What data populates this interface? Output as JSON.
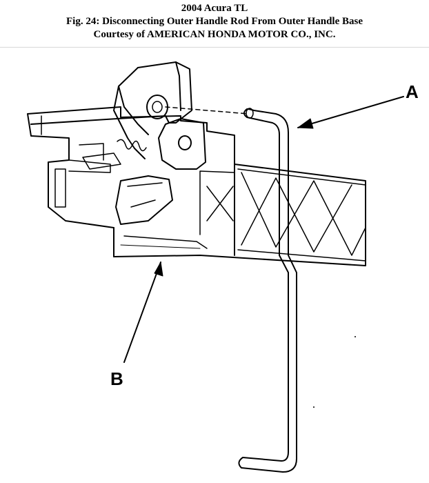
{
  "header": {
    "line1": "2004 Acura TL",
    "line2": "Fig. 24: Disconnecting Outer Handle Rod From Outer Handle Base",
    "line3": "Courtesy of AMERICAN HONDA MOTOR CO., INC."
  },
  "callouts": {
    "a": "A",
    "b": "B"
  }
}
